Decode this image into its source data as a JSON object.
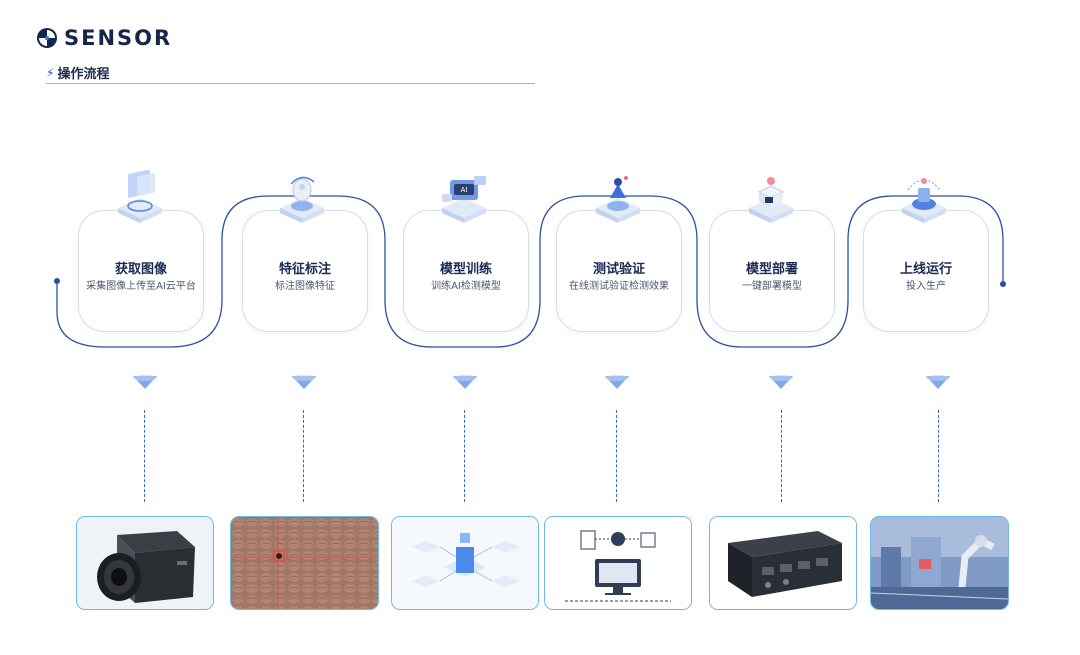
{
  "brand": {
    "logo_text": "SENSOR",
    "accent_color": "#2a54c9"
  },
  "section": {
    "icon": "lightning-icon",
    "title": "操作流程"
  },
  "steps": [
    {
      "title": "获取图像",
      "desc": "采集图像上传至AI云平台",
      "icon": "camera-platform-icon",
      "image": "industrial-camera-image"
    },
    {
      "title": "特征标注",
      "desc": "标注图像特征",
      "icon": "annotation-robot-icon",
      "image": "coffee-bean-annotation-image"
    },
    {
      "title": "模型训练",
      "desc": "训练AI检测模型",
      "icon": "ai-training-icon",
      "image": "model-training-diagram-image"
    },
    {
      "title": "测试验证",
      "desc": "在线测试验证检测效果",
      "icon": "test-verify-icon",
      "image": "test-dashboard-image"
    },
    {
      "title": "模型部署",
      "desc": "一键部署模型",
      "icon": "deploy-box-icon",
      "image": "edge-computer-image"
    },
    {
      "title": "上线运行",
      "desc": "投入生产",
      "icon": "production-run-icon",
      "image": "factory-robot-image"
    }
  ]
}
